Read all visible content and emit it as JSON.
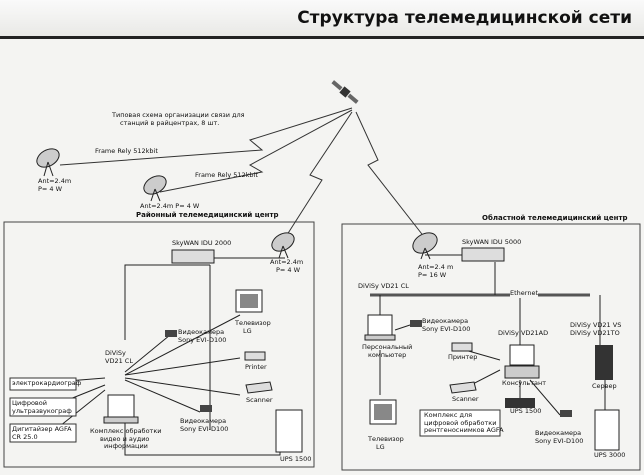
{
  "header": {
    "title": "Структура телемедицинской сети"
  },
  "labels": {
    "typical_scheme_l1": "Типовая схема организации связи для",
    "typical_scheme_l2": "станций в райцентрах, 8 шт.",
    "frame_relay_a": "Frame Rely 512kbit",
    "frame_relay_b": "Frame Rely 512kbit",
    "ant1_l1": "Ant=2.4m",
    "ant1_l2": "P= 4 W",
    "ant2": "Ant=2.4m  P= 4 W",
    "ant3_l1": "Ant=2.4m",
    "ant3_l2": "P= 4 W",
    "ant4_l1": "Ant=2.4 m",
    "ant4_l2": "P= 16 W",
    "district_center": "Районный телемедицинский центр",
    "regional_center": "Областной телемедицинский центр",
    "skywan_2000": "SkyWAN IDU 2000",
    "skywan_5000": "SkyWAN IDU 5000",
    "ethernet": "Ethernet",
    "cam_l1": "Видеокамера",
    "cam_l2": "Sony EVI-D100",
    "tv_lg_l1": "Телевизор",
    "tv_lg_l2": "LG",
    "divisy_vd21cl_left_l1": "DiViSy",
    "divisy_vd21cl_left_l2": "VD21 CL",
    "printer": "Printer",
    "scanner": "Scanner",
    "ecg": "электрокардиограф",
    "ultrasound_l1": "Цифровой",
    "ultrasound_l2": "ультразвукограф",
    "digitizer_l1": "Дигитайзер AGFA",
    "digitizer_l2": "CR 25.0",
    "video_complex_l1": "Комплекс обработки",
    "video_complex_l2": "видео и аудио",
    "video_complex_l3": "информации",
    "ups1500_left": "UPS 1500",
    "divisy_vd21cl_right": "DiViSy VD21 CL",
    "cam2_l1": "Видеокамера",
    "cam2_l2": "Sony EVI-D100",
    "pc_l1": "Персональный",
    "pc_l2": "компьютер",
    "printer_ru": "Принтер",
    "scanner_ru": "Scanner",
    "divisy_vd21ad": "DiViSy VD21AD",
    "consultant": "Консультант",
    "ups1500_right": "UPS 1500",
    "agfa_complex_l1": "Комплекс для",
    "agfa_complex_l2": "цифровой обработки",
    "agfa_complex_l3": "рентгеноснимков AGFA",
    "cam3_l1": "Видеокамера",
    "cam3_l2": "Sony EVI-D100",
    "tv_lg2_l1": "Телевизор",
    "tv_lg2_l2": "LG",
    "divisy_vs": "DiViSy VD21 VS",
    "divisy_to": "DiViSy VD21TO",
    "server": "Сервер",
    "ups3000": "UPS 3000"
  }
}
